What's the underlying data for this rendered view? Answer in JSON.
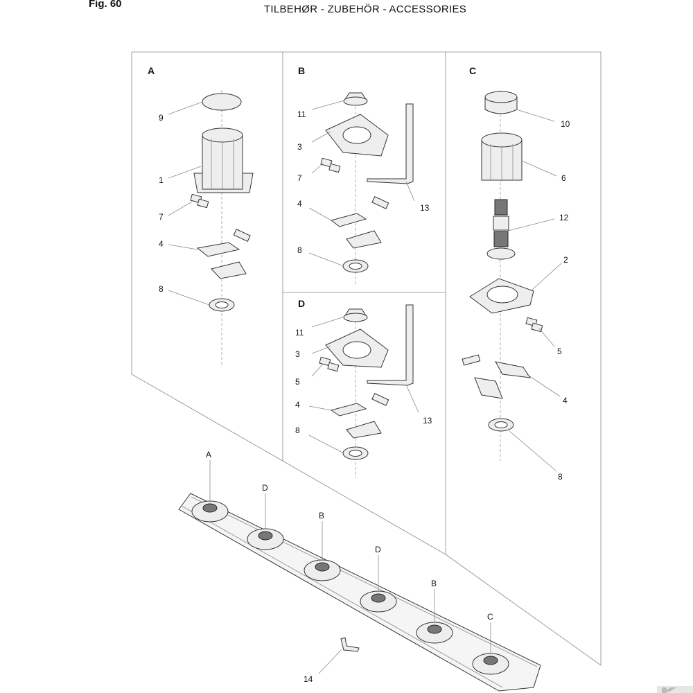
{
  "header": {
    "fig": "Fig. 60",
    "title": "TILBEHØR - ZUBEHÖR - ACCESSORIES"
  },
  "sections": {
    "A": "A",
    "B": "B",
    "C": "C",
    "D": "D"
  },
  "panelA": {
    "l9": "9",
    "l1": "1",
    "l7": "7",
    "l4": "4",
    "l8": "8"
  },
  "panelB": {
    "l11": "11",
    "l3": "3",
    "l7": "7",
    "l13": "13",
    "l4": "4",
    "l8": "8"
  },
  "panelD": {
    "l11": "11",
    "l3": "3",
    "l5": "5",
    "l13": "13",
    "l4": "4",
    "l8": "8"
  },
  "panelC": {
    "l10": "10",
    "l6": "6",
    "l12": "12",
    "l2": "2",
    "l5": "5",
    "l4": "4",
    "l8": "8"
  },
  "bar": {
    "a": "A",
    "d1": "D",
    "b1": "B",
    "d2": "D",
    "b2": "B",
    "c": "C",
    "l14": "14"
  },
  "logo": {
    "icon": "k-logo-icon"
  }
}
